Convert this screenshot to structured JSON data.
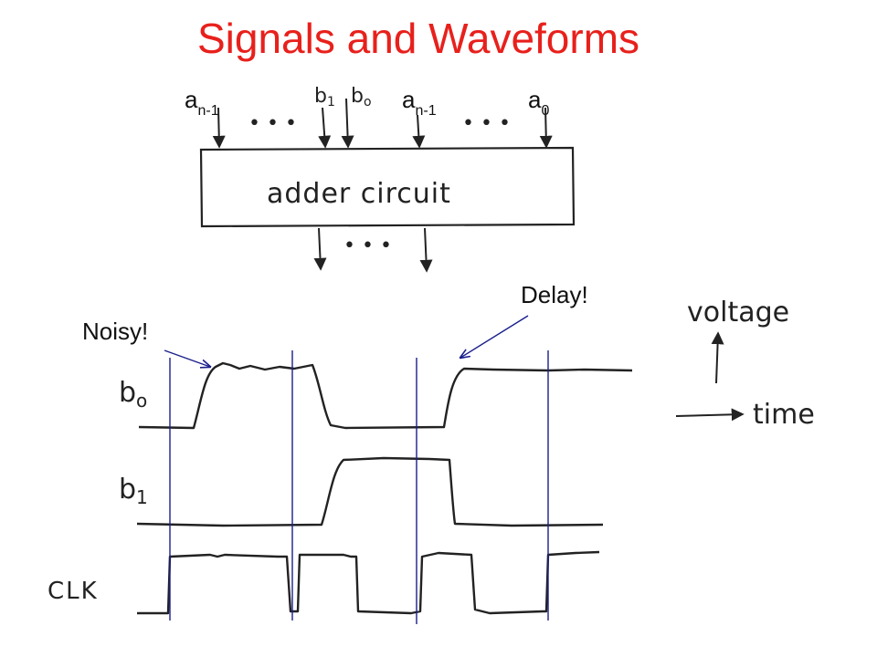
{
  "title": "Signals and Waveforms",
  "inputs": [
    {
      "base": "a",
      "sub": "n-1"
    },
    {
      "base": "b",
      "sub": "1"
    },
    {
      "base": "b",
      "sub": "o"
    },
    {
      "base": "a",
      "sub": "n-1"
    },
    {
      "base": "a",
      "sub": "0"
    }
  ],
  "ellipsis": "• • •",
  "box_label": "adder circuit",
  "annotations": {
    "noisy": "Noisy!",
    "delay": "Delay!"
  },
  "axes": {
    "y_label": "voltage",
    "x_label": "time"
  },
  "signals": [
    {
      "name": "b",
      "sub": "o"
    },
    {
      "name": "b",
      "sub": "1"
    },
    {
      "name": "CLK",
      "sub": ""
    }
  ],
  "colors": {
    "title": "#e8201c",
    "guide_lines": "#1a1f8c",
    "ink": "#222222"
  }
}
